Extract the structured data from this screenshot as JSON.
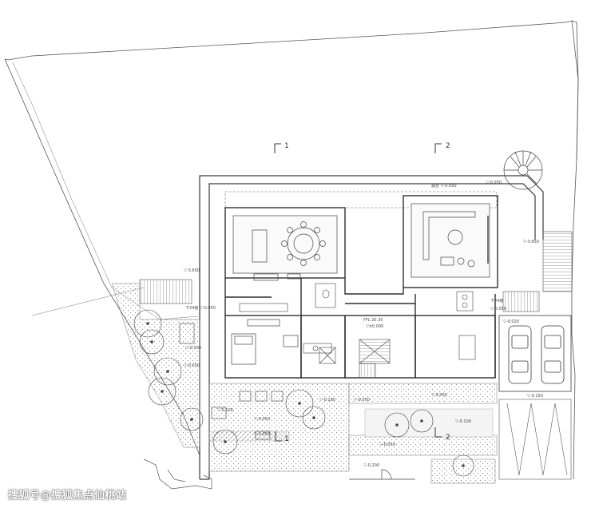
{
  "section_marks": [
    "1",
    "2"
  ],
  "labels": {
    "balcony": "露台 ▽-0.050",
    "left_stair": "下24级 ▽-0.050",
    "right_stair": "下24级",
    "ffl": "FFL 20.35",
    "elev_0000": "▽±0.000",
    "elev_0020": "▽-0.020",
    "elev_3650_left": "▽-3.650",
    "elev_3650_right": "▽-3.650",
    "elev_0050_right": "▽-0.050",
    "elev_0100_left": "▽-0.100",
    "elev_0100_right": "▽-0.100",
    "elev_0150": "▽-0.150",
    "elev_0200": "▽-0.200",
    "elev_0050_a": "▽-0.050",
    "elev_0050_b": "▽-0.050",
    "elev_0050_c": "▽-0.050",
    "elev_0050_d": "▽-0.050",
    "elev_0050_e": "▽-0.050",
    "elev_0050_f": "▽-0.050",
    "elev_0100_c": "▽-0.100",
    "elev_0180": "▽-0.180",
    "elev_0050_g": "▽-0.050"
  },
  "watermark": "搜狐号@搜狐焦点仙桃站",
  "colors": {
    "line": "#3a3a3a",
    "hatch": "#9a9a9a",
    "fill": "#e6e6e6"
  }
}
